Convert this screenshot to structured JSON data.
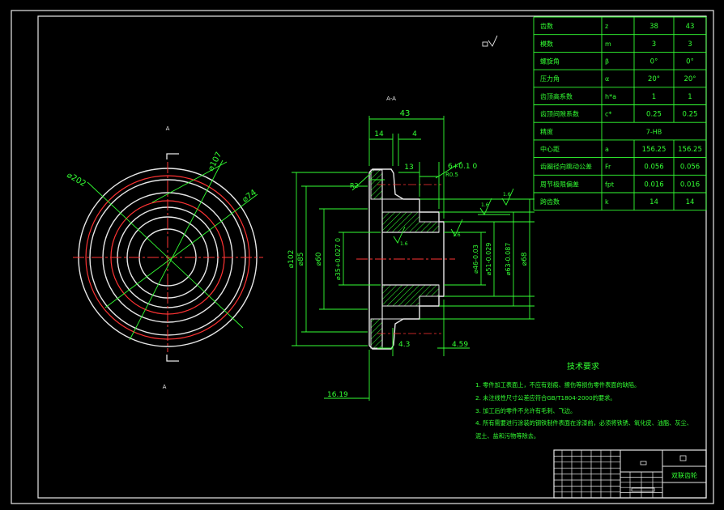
{
  "section_label": "A-A",
  "view_marks": [
    "A",
    "A"
  ],
  "param_table": {
    "rows": [
      {
        "name": "齿数",
        "symbol": "z",
        "v1": "38",
        "v2": "43"
      },
      {
        "name": "模数",
        "symbol": "m",
        "v1": "3",
        "v2": "3"
      },
      {
        "name": "螺旋角",
        "symbol": "β",
        "v1": "0°",
        "v2": "0°"
      },
      {
        "name": "压力角",
        "symbol": "α",
        "v1": "20°",
        "v2": "20°"
      },
      {
        "name": "齿顶高系数",
        "symbol": "h*a",
        "v1": "1",
        "v2": "1"
      },
      {
        "name": "齿顶间隙系数",
        "symbol": "c*",
        "v1": "0.25",
        "v2": "0.25"
      },
      {
        "name": "精度",
        "symbol": "",
        "v1": "7-HB",
        "v2": ""
      },
      {
        "name": "中心距",
        "symbol": "a",
        "v1": "156.25",
        "v2": "156.25"
      },
      {
        "name": "齿圈径向跳动公差",
        "symbol": "Fr",
        "v1": "0.056",
        "v2": "0.056"
      },
      {
        "name": "周节极限偏差",
        "symbol": "fpt",
        "v1": "0.016",
        "v2": "0.016"
      },
      {
        "name": "跨齿数",
        "symbol": "k",
        "v1": "14",
        "v2": "14"
      }
    ]
  },
  "tech": {
    "title": "技术要求",
    "lines": [
      "1. 零件加工表面上，不应有划痕、擦伤等损伤零件表面的缺陷。",
      "2. 未注线性尺寸公差应符合GB/T1804-2000的要求。",
      "3. 加工后的零件不允许有毛刺、飞边。",
      "4. 所有需要进行涂装的钢铁制件表面在涂漆前，必须将铁锈、氧化皮、油脂、灰尘、",
      "泥土、盐和污物等除去。"
    ]
  },
  "title_block": {
    "name": "双联齿轮"
  },
  "front_dims": [
    "⌀202",
    "⌀107",
    "⌀74"
  ],
  "section_dims": {
    "top": [
      "43",
      "14",
      "4",
      "13"
    ],
    "chamfer": "R2",
    "slot": "6+0.1 0",
    "slot_r": "R0.5",
    "left": [
      "⌀102",
      "⌀85",
      "⌀60",
      "⌀35+0.027 0"
    ],
    "right": [
      "⌀46-0.03",
      "⌀51-0.029",
      "⌀63-0.087",
      "⌀68"
    ],
    "bottom": [
      "4.3",
      "4.59",
      "16.19"
    ],
    "rough": [
      "1.6",
      "1.6",
      "1.6",
      "1.6"
    ]
  }
}
